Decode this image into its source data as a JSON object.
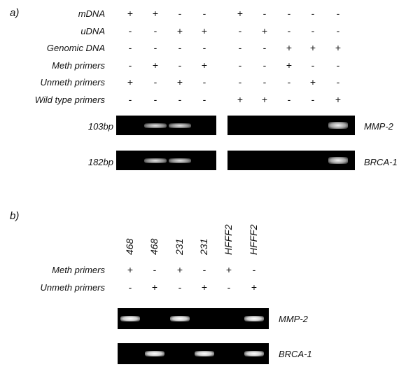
{
  "panel_a": {
    "label": "a)",
    "rows": [
      {
        "label": "mDNA",
        "signs": [
          "+",
          "+",
          "-",
          "-",
          "+",
          "-",
          "-",
          "-",
          "-"
        ]
      },
      {
        "label": "uDNA",
        "signs": [
          "-",
          "-",
          "+",
          "+",
          "-",
          "+",
          "-",
          "-",
          "-"
        ]
      },
      {
        "label": "Genomic DNA",
        "signs": [
          "-",
          "-",
          "-",
          "-",
          "-",
          "-",
          "+",
          "+",
          "+"
        ]
      },
      {
        "label": "Meth primers",
        "signs": [
          "-",
          "+",
          "-",
          "+",
          "-",
          "-",
          "+",
          "-",
          "-"
        ]
      },
      {
        "label": "Unmeth primers",
        "signs": [
          "+",
          "-",
          "+",
          "-",
          "-",
          "-",
          "-",
          "+",
          "-"
        ]
      },
      {
        "label": "Wild type primers",
        "signs": [
          "-",
          "-",
          "-",
          "-",
          "+",
          "+",
          "-",
          "-",
          "+"
        ]
      }
    ],
    "gels": [
      {
        "size_label": "103bp",
        "gene_label": "MMP-2",
        "left_bands": [
          0,
          1,
          1,
          0
        ],
        "right_bands": [
          0,
          0,
          0,
          0,
          1
        ]
      },
      {
        "size_label": "182bp",
        "gene_label": "BRCA-1",
        "left_bands": [
          0,
          1,
          1,
          0
        ],
        "right_bands": [
          0,
          0,
          0,
          0,
          1
        ]
      }
    ]
  },
  "panel_b": {
    "label": "b)",
    "samples": [
      "468",
      "468",
      "231",
      "231",
      "HFFF2",
      "HFFF2"
    ],
    "rows": [
      {
        "label": "Meth primers",
        "signs": [
          "+",
          "-",
          "+",
          "-",
          "+",
          "-"
        ]
      },
      {
        "label": "Unmeth primers",
        "signs": [
          "-",
          "+",
          "-",
          "+",
          "-",
          "+"
        ]
      }
    ],
    "gels": [
      {
        "gene_label": "MMP-2",
        "bands": [
          1,
          0,
          1,
          0,
          0,
          1
        ]
      },
      {
        "gene_label": "BRCA-1",
        "bands": [
          0,
          1,
          0,
          1,
          0,
          1
        ]
      }
    ]
  }
}
